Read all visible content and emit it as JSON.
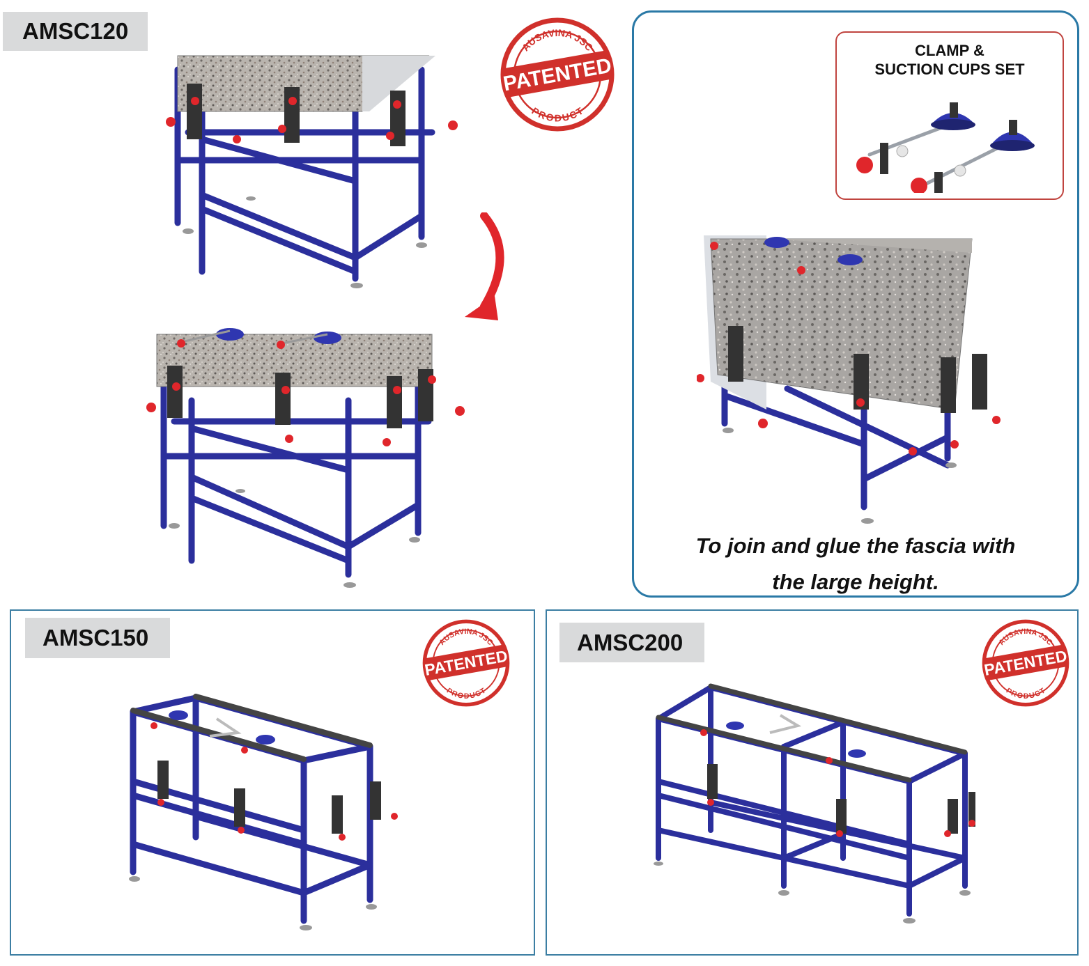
{
  "products": {
    "amsc120": {
      "label": "AMSC120"
    },
    "amsc150": {
      "label": "AMSC150"
    },
    "amsc200": {
      "label": "AMSC200"
    }
  },
  "badge": {
    "top": "AUSAVINA JSC",
    "middle": "PATENTED",
    "bottom": "PRODUCT",
    "color": "#d0302b"
  },
  "accessory_box": {
    "title_line1": "CLAMP &",
    "title_line2": "SUCTION CUPS SET"
  },
  "feature": {
    "caption_line1": "To join and glue the fascia with",
    "caption_line2": "the large height."
  },
  "colors": {
    "frame_blue": "#2b2f9c",
    "clamp_red": "#e0262b",
    "panel_border_blue": "#2a79a6",
    "label_gray": "#d9dadb"
  }
}
